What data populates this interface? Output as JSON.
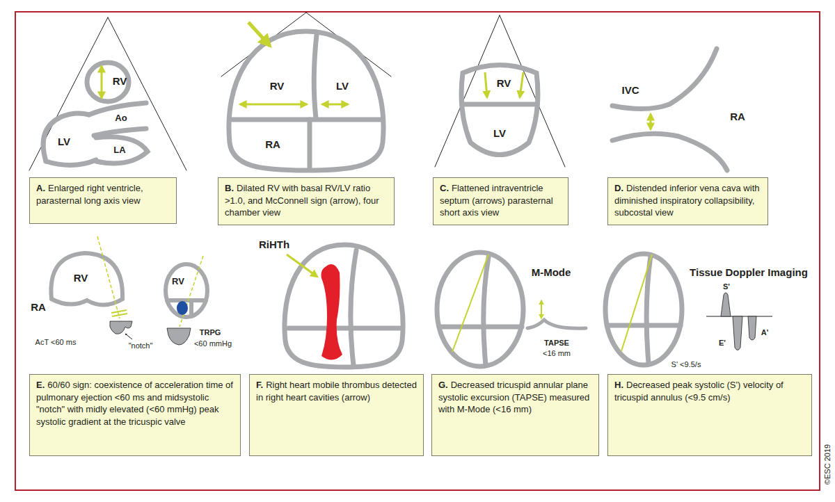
{
  "diagram": {
    "nodes": [
      {
        "text": [
          "A.",
          "Enlarged right ventricle, parasternal long axis view"
        ]
      },
      {
        "text": [
          "B.",
          "Dilated RV with basal RV/LV ratio >1.0, and McConnell sign (arrow), four chamber view"
        ]
      },
      {
        "text": [
          "C.",
          "Flattened intraventricle septum (arrows) parasternal short axis view"
        ]
      },
      {
        "text": [
          "D.",
          "Distended inferior vena cava with diminished inspiratory collapsibility, subcostal view"
        ]
      },
      {
        "text": [
          "E.",
          "60/60 sign: coexistence of acceleration time of pulmonary ejection <60 ms and midsystolic \"notch\" with midly elevated (<60 mmHg) peak systolic gradient at the tricuspic valve"
        ]
      },
      {
        "text": [
          "F.",
          "Right heart mobile thrombus detected in right heart cavities (arrow)"
        ]
      },
      {
        "text": [
          "G.",
          "Decreased tricuspid annular plane systolic excursion (TAPSE) measured with M-Mode (<16 mm)"
        ]
      },
      {
        "text": [
          "H.",
          "Decreased peak systolic (S') velocity of tricuspid annulus (<9.5 cm/s)"
        ]
      }
    ],
    "edges": [],
    "labels": [
      "RV",
      "Ao",
      "LV",
      "LA",
      "RV",
      "LV",
      "RA",
      "RV",
      "LV",
      "IVC",
      "RA",
      "RV",
      "RA",
      "AcT <60 ms",
      "\"notch\"",
      "RV",
      "TRPG",
      "<60 mmHg",
      "RiHTh",
      "M-Mode",
      "TAPSE",
      "<16 mm",
      "Tissue Doppler Imaging",
      "S'",
      "E'",
      "A'",
      "S' <9.5/s",
      "©ESC 2019"
    ]
  }
}
